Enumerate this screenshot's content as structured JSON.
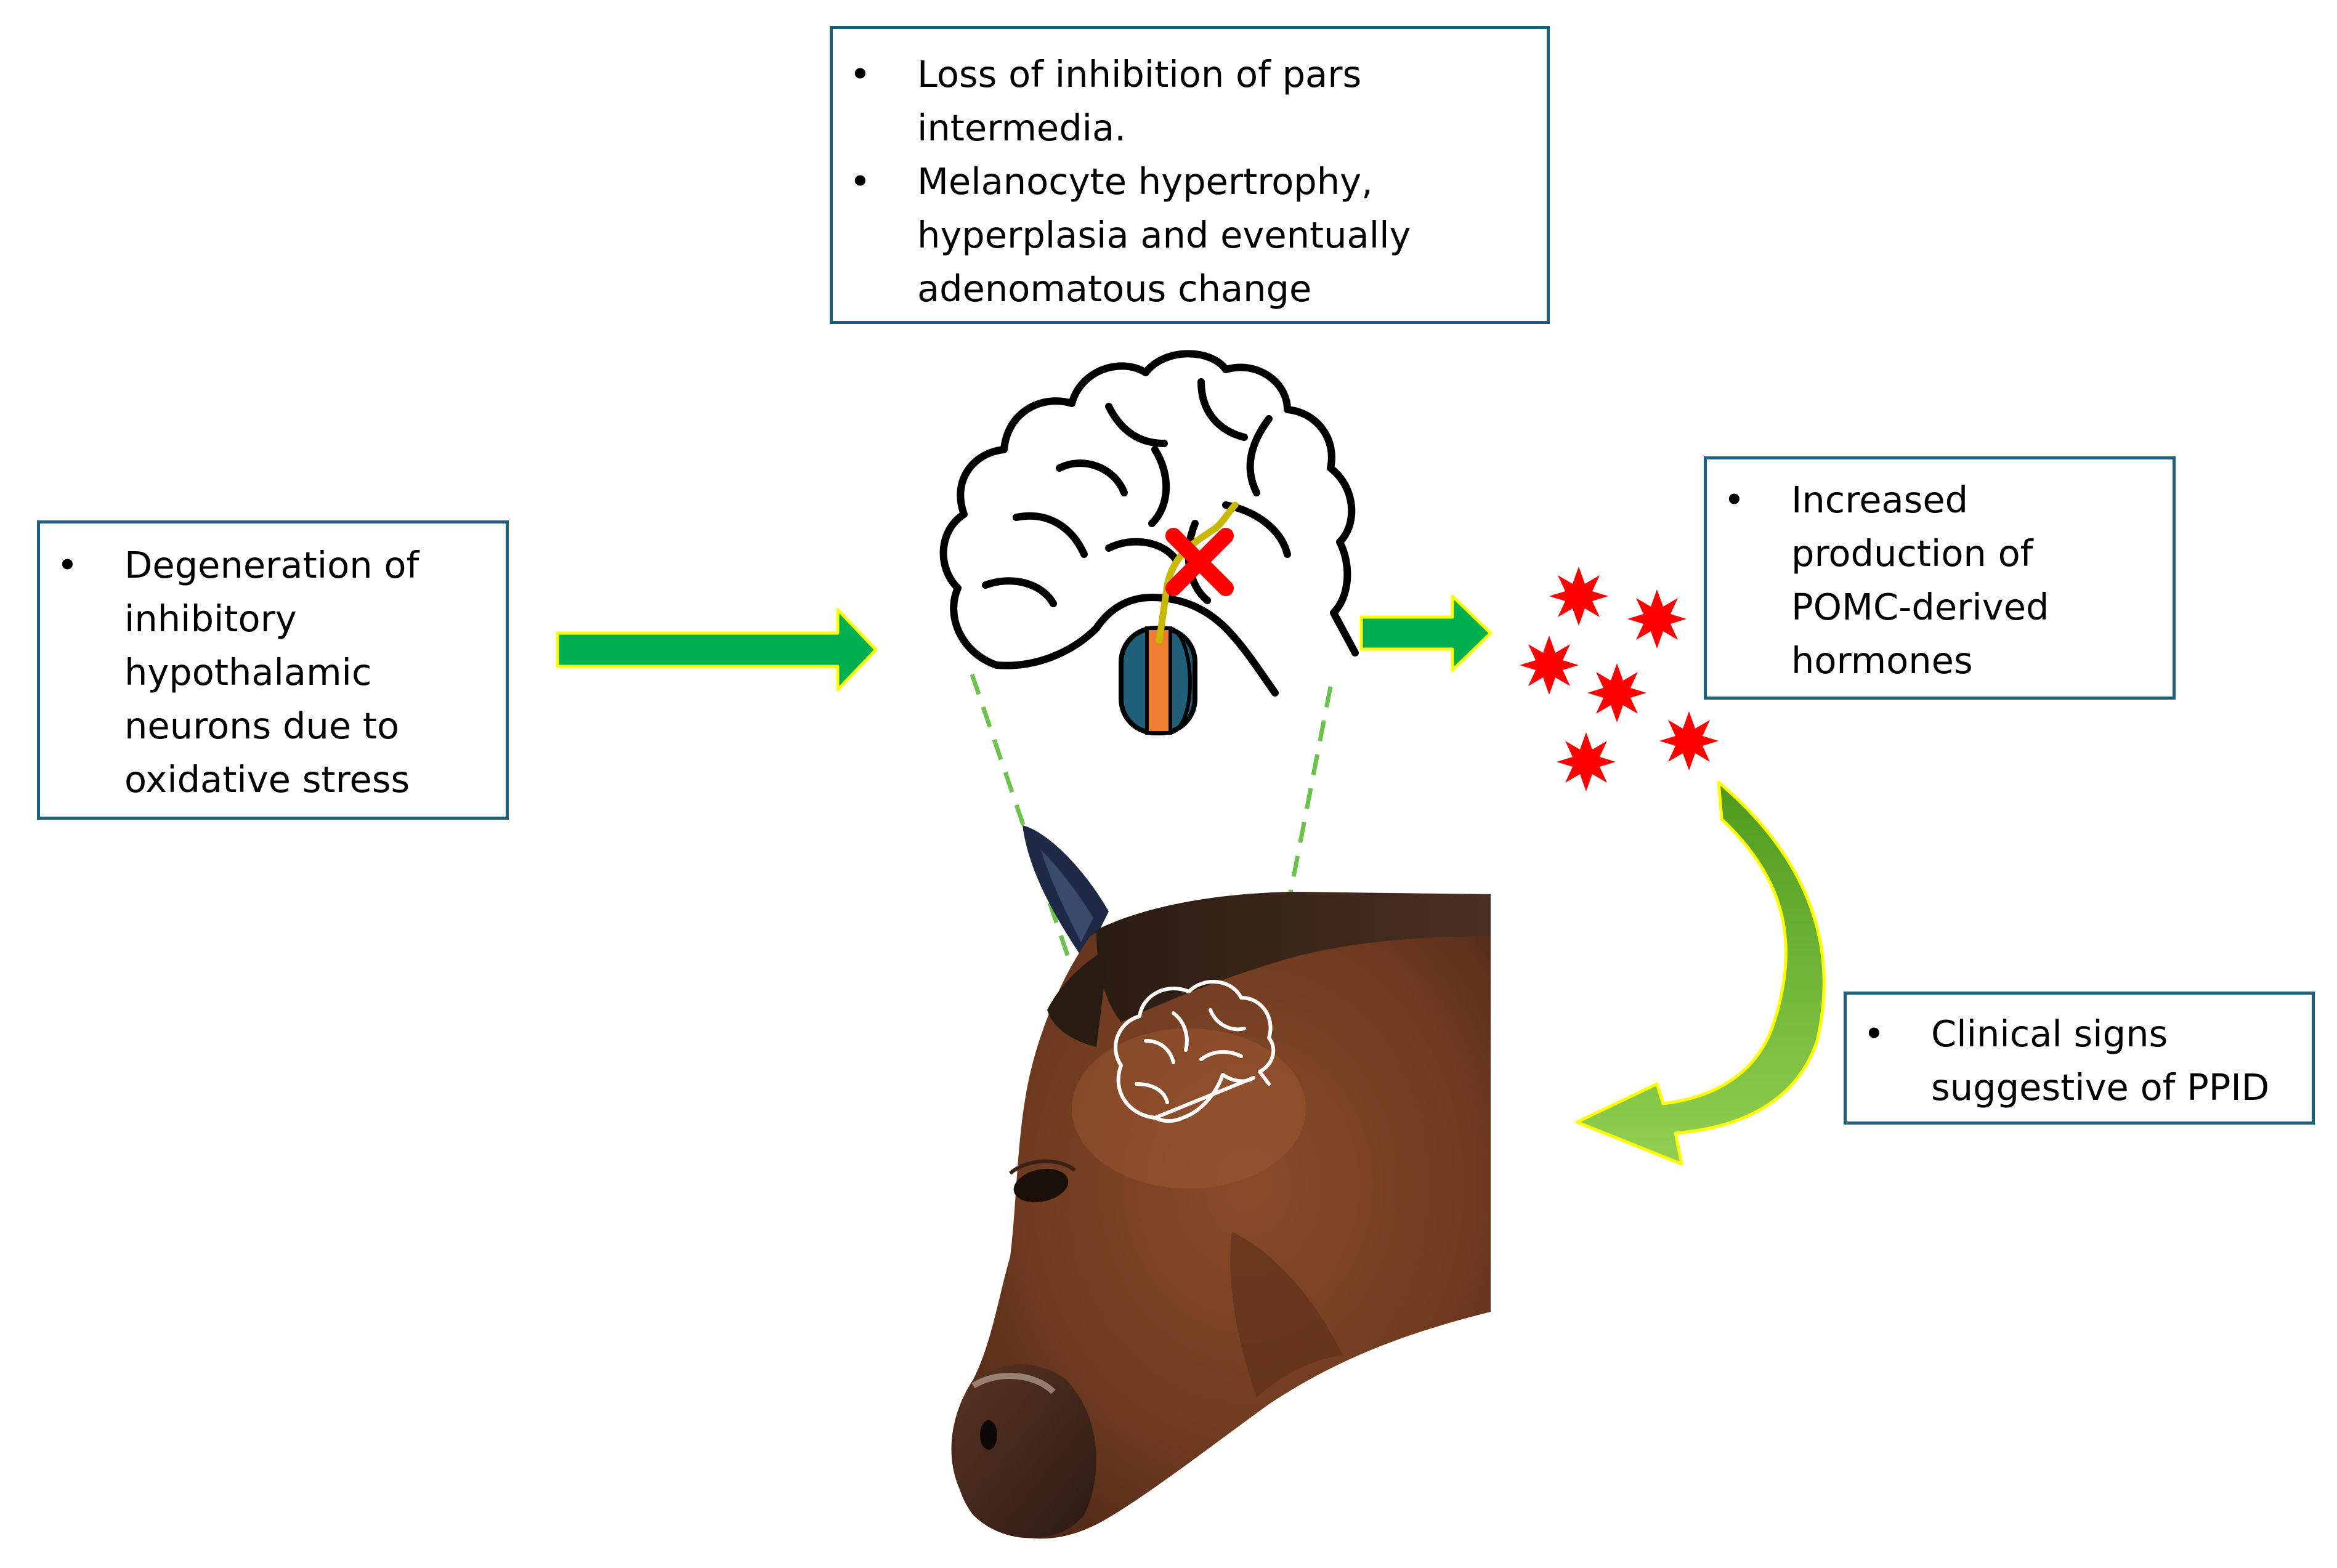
{
  "boxes": {
    "loss": {
      "items": [
        "Loss of inhibition of pars intermedia.",
        "Melanocyte hypertrophy, hyperplasia and eventually adenomatous change"
      ],
      "lines": [
        [
          "Loss of inhibition of pars",
          "intermedia."
        ],
        [
          "Melanocyte hypertrophy,",
          "hyperplasia and eventually",
          "adenomatous change"
        ]
      ]
    },
    "degeneration": {
      "lines": [
        "Degeneration of",
        "inhibitory",
        "hypothalamic",
        "neurons due to",
        "oxidative stress"
      ]
    },
    "pomc": {
      "lines": [
        "Increased",
        "production of",
        "POMC-derived",
        "hormones"
      ]
    },
    "clinical": {
      "lines": [
        "Clinical signs",
        "suggestive of PPID"
      ]
    }
  },
  "colors": {
    "box_border": "#1f5f7a",
    "arrow_green": "#00b050",
    "arrow_outline": "#ffff00",
    "curved_arrow_dark": "#4e9a1e",
    "curved_arrow_light": "#92d050",
    "hormone_red": "#ff0000",
    "inhibition_x": "#ff0000",
    "neuron_yellow": "#c9b800",
    "pituitary_blue": "#1f5f7a",
    "pituitary_orange": "#ed7d31",
    "zoom_lines": "#6cc24a"
  },
  "icons": {
    "brain": "brain-outline-icon",
    "inhibition": "red-x-icon",
    "hormones": "red-starburst-icon",
    "horse": "horse-head-illustration"
  }
}
